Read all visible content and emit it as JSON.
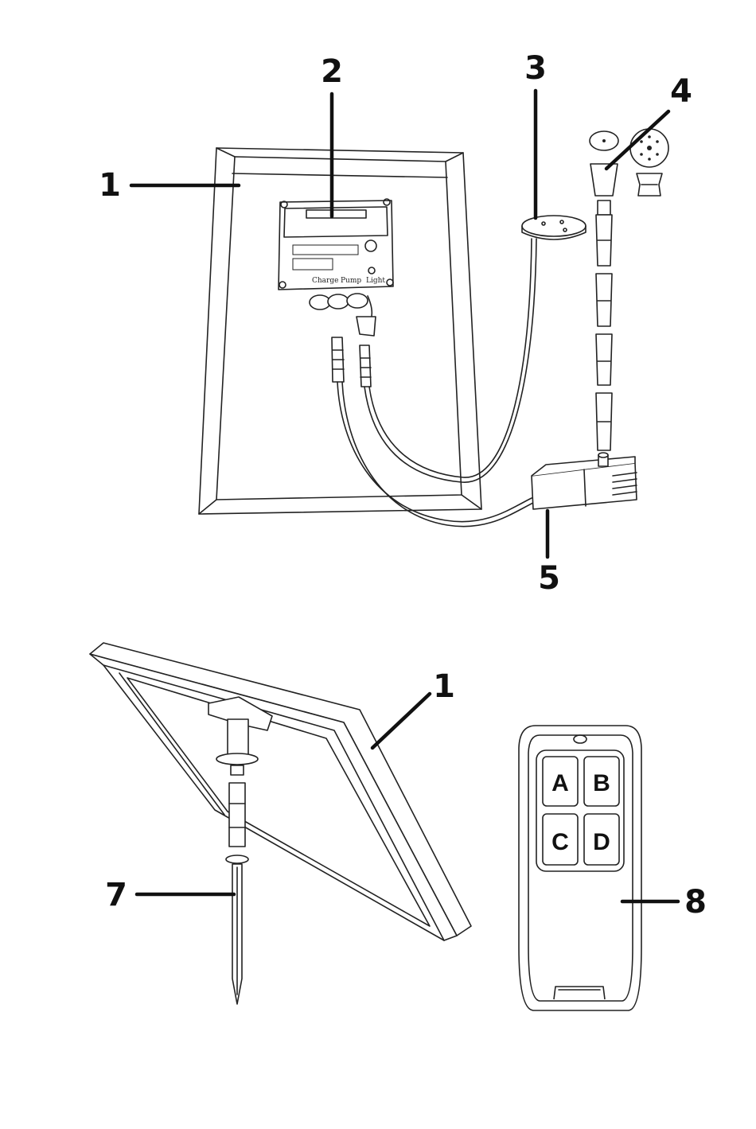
{
  "callouts": {
    "c1_top": "1",
    "c2": "2",
    "c3": "3",
    "c4": "4",
    "c5": "5",
    "c1_bottom": "1",
    "c7": "7",
    "c8": "8"
  },
  "controller_box": {
    "port_charge": "Charge",
    "port_pump": "Pump",
    "port_light": "Light"
  },
  "remote": {
    "key_a": "A",
    "key_b": "B",
    "key_c": "C",
    "key_d": "D"
  }
}
